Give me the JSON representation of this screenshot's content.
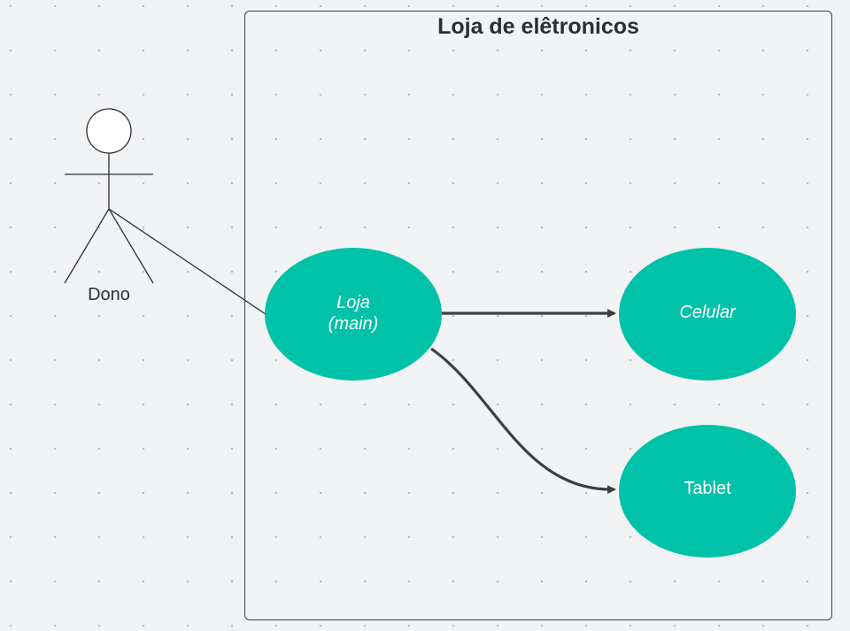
{
  "diagram": {
    "system": {
      "title": "Loja de elêtronicos"
    },
    "actor": {
      "label": "Dono"
    },
    "use_cases": {
      "loja": {
        "line1": "Loja",
        "line2": "(main)"
      },
      "celular": {
        "label": "Celular"
      },
      "tablet": {
        "label": "Tablet"
      }
    },
    "colors": {
      "use_case_fill": "#00c2a8",
      "arrow": "#3a3f47",
      "line": "#2b2e33",
      "background": "#f2f3f5"
    }
  }
}
